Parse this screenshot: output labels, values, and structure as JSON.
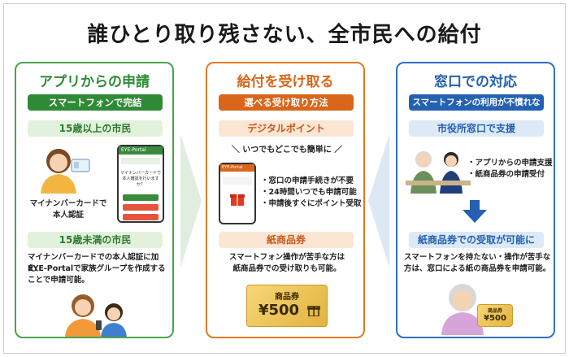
{
  "title": "誰ひとり取り残さない、全市民への給付",
  "columns": {
    "app": {
      "heading": "アプリからの申請",
      "pill": "スマートフォンで完結",
      "band_15_over": "15歳以上の市民",
      "myna_caption_1": "マイナンバーカードで",
      "myna_caption_2": "本人認証",
      "phone_header": "EYE-Portal",
      "phone_line1": "マイナンバーカードで",
      "phone_line2": "本人確認を行いますか？",
      "band_15_under": "15歳未満の市民",
      "under_text_1": "マイナンバーカードでの本人認証に加え、",
      "under_text_2": "EYE-Portalで家族グループを作成する",
      "under_text_3": "ことで申請可能。"
    },
    "receive": {
      "heading": "給付を受け取る",
      "pill": "選べる受け取り方法",
      "band_digital": "デジタルポイント",
      "anytime": "＼ いつでもどこでも簡単に ／",
      "bullet_1": "・窓口の申請手続きが不要",
      "bullet_2": "・24時間いつでも申請可能",
      "bullet_3": "・申請後すぐにポイント受取",
      "phone_header": "EYE-Portal",
      "band_paper": "紙商品券",
      "paper_text_1": "スマートフォン操作が苦手な方は",
      "paper_text_2": "紙商品券での受け取りも可能。",
      "ticket_label": "商品券",
      "ticket_value": "¥500"
    },
    "counter": {
      "heading": "窓口での対応",
      "pill": "スマートフォンの利用が不慣れな方",
      "band_support": "市役所窓口で支援",
      "support_1": "・アプリからの申請支援",
      "support_2": "・紙商品券の申請受付",
      "band_receive": "紙商品券での受取が可能に",
      "receive_text_1": "スマートフォンを持たない・操作が苦手な",
      "receive_text_2": "方は、窓口による紙の商品券を申請可能。",
      "ticket_label": "商品券",
      "ticket_value": "¥500"
    }
  },
  "colors": {
    "green": "#4aa44c",
    "orange": "#e07a22",
    "blue": "#2f6fc0",
    "gold": "#e2b23f"
  }
}
